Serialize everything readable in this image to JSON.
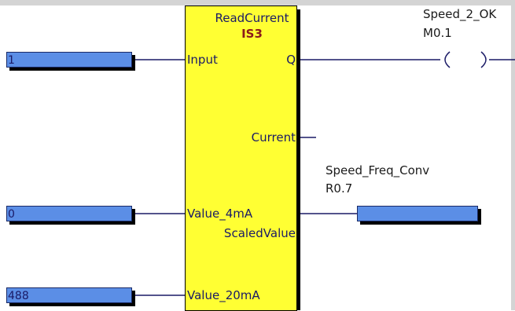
{
  "block": {
    "name": "ReadCurrent",
    "instance": "IS3",
    "inputs": {
      "input": "Input",
      "value_4ma": "Value_4mA",
      "value_20ma": "Value_20mA"
    },
    "outputs": {
      "q": "Q",
      "current": "Current",
      "scaled_value": "ScaledValue"
    }
  },
  "input_values": {
    "input": "1",
    "value_4ma": "0",
    "value_20ma": "488"
  },
  "output_vars": {
    "q": {
      "name": "Speed_2_OK",
      "address": "M0.1"
    },
    "scaled_value": {
      "name": "Speed_Freq_Conv",
      "address": "R0.7",
      "value": ""
    }
  },
  "colors": {
    "block_fill": "#ffff33",
    "wire": "#1a1a66",
    "value_box": "#5b8ee6",
    "instance_text": "#8b1a1a"
  }
}
